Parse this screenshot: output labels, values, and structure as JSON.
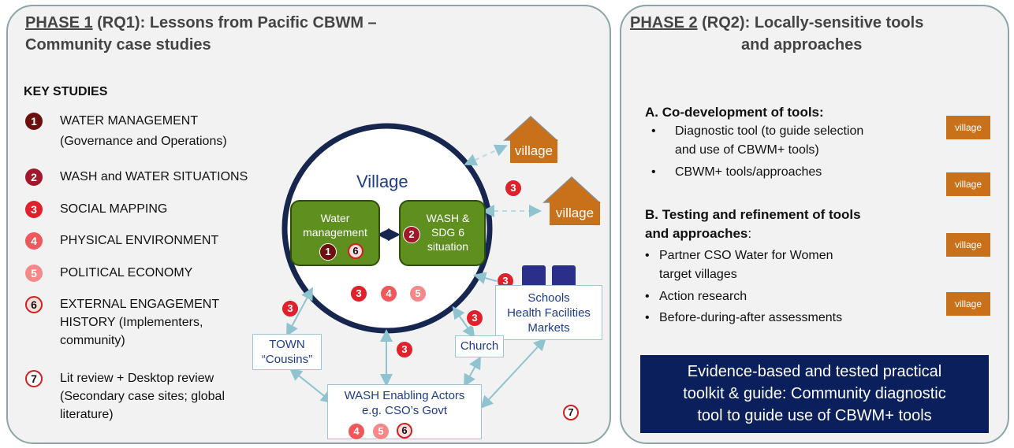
{
  "phase1": {
    "title_phase": "PHASE 1",
    "title_rq": " (RQ1): ",
    "title_line1": "Lessons from Pacific CBWM –",
    "title_line2": "Community case studies",
    "key_studies_heading": "KEY STUDIES",
    "studies": [
      {
        "num": "1",
        "line1": "WATER MANAGEMENT",
        "line2": "(Governance and Operations)"
      },
      {
        "num": "2",
        "line1": "WASH and WATER SITUATIONS"
      },
      {
        "num": "3",
        "line1": "SOCIAL MAPPING"
      },
      {
        "num": "4",
        "line1": "PHYSICAL ENVIRONMENT"
      },
      {
        "num": "5",
        "line1": "POLITICAL ECONOMY"
      },
      {
        "num": "6",
        "line1": "EXTERNAL ENGAGEMENT",
        "line2": "HISTORY (Implementers,",
        "line3": "community)"
      },
      {
        "num": "7",
        "line1": "Lit review + Desktop review",
        "line2": "(Secondary case sites; global",
        "line3": "literature)"
      }
    ],
    "diagram": {
      "village_label": "Village",
      "water_mgmt_line1": "Water",
      "water_mgmt_line2": "management",
      "wash_line1": "WASH &",
      "wash_line2": "SDG 6",
      "wash_line3": "situation",
      "house_label": "village",
      "schools_line1": "Schools",
      "schools_line2": "Health Facilities",
      "schools_line3": "Markets",
      "church": "Church",
      "town_line1": "TOWN",
      "town_line2": "“Cousins”",
      "enabling_line1": "WASH Enabling Actors",
      "enabling_line2": "e.g. CSO’s Govt",
      "markers": {
        "m1": "1",
        "m2": "2",
        "m3": "3",
        "m4": "4",
        "m5": "5",
        "m6": "6",
        "m7": "7"
      }
    }
  },
  "phase2": {
    "title_phase": "PHASE 2",
    "title_rq": " (RQ2): ",
    "title_line1": "Locally-sensitive tools",
    "title_line2": "and approaches",
    "section_a": "A. Co-development of tools:",
    "a_bullets": [
      {
        "line1": "Diagnostic tool (to guide selection",
        "line2": "and use of CBWM+ tools)"
      },
      {
        "line1": "CBWM+ tools/approaches"
      }
    ],
    "section_b_line1": "B. Testing and refinement of tools",
    "section_b_line2": "and approaches",
    "section_b_colon": ":",
    "b_bullets": [
      {
        "line1": "Partner CSO Water for Women",
        "line2": "target villages"
      },
      {
        "line1": "Action research"
      },
      {
        "line1": "Before-during-after assessments"
      }
    ],
    "house_label": "village",
    "evidence_line1": "Evidence-based and tested practical",
    "evidence_line2": "toolkit & guide: Community diagnostic",
    "evidence_line3": "tool to guide use of CBWM+ tools"
  },
  "colors": {
    "dark_navy": "#0a1f5c",
    "circle_navy": "#17264f",
    "green": "#5f8f1e",
    "house_orange": "#c8711a",
    "light_blue_border": "#9ec4d6",
    "red": "#e0202a"
  }
}
